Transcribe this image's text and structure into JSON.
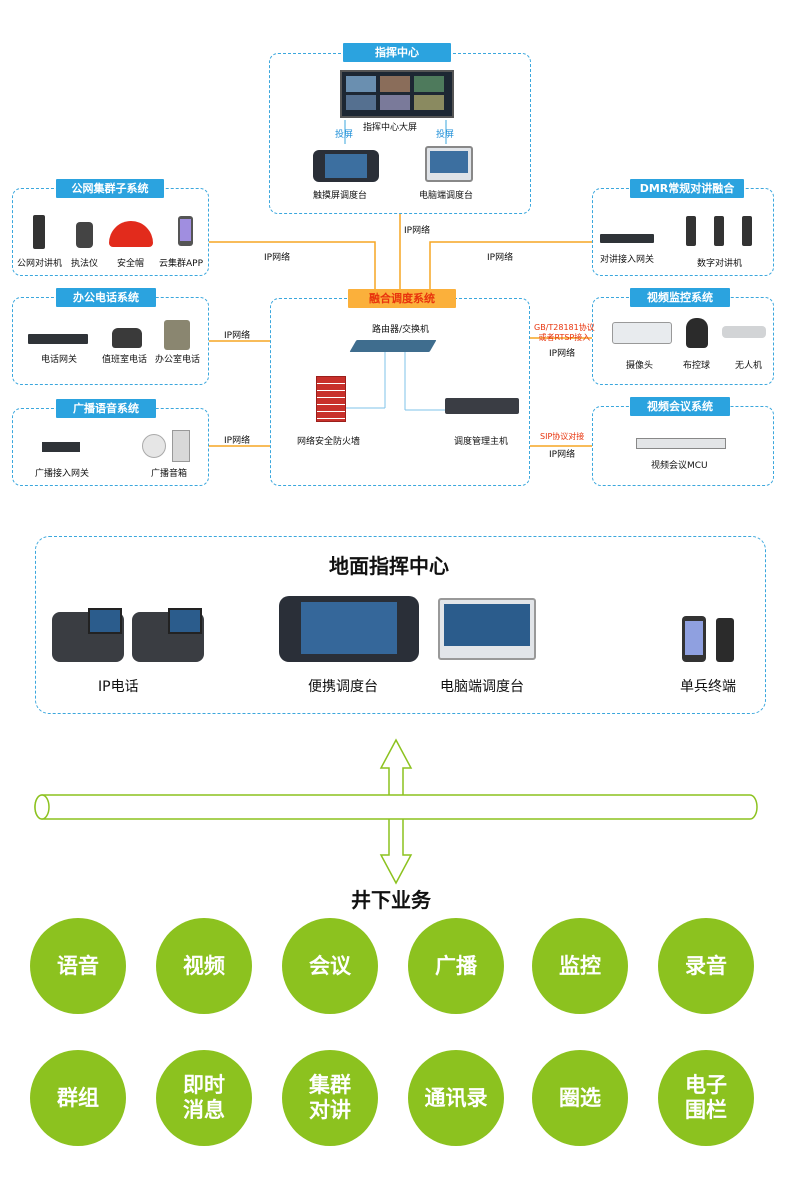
{
  "top": {
    "command_center": {
      "title": "指挥中心",
      "big_screen": "指挥中心大屏",
      "touch_console": "触摸屏调度台",
      "pc_console": "电脑端调度台",
      "cast_left": "投屏",
      "cast_right": "投屏",
      "ip_below": "IP网络"
    },
    "public_group": {
      "title": "公网集群子系统",
      "items": [
        "公网对讲机",
        "执法仪",
        "安全帽",
        "云集群APP"
      ],
      "ip": "IP网络"
    },
    "dmr": {
      "title": "DMR常规对讲融合",
      "items": [
        "对讲接入网关",
        "数字对讲机"
      ],
      "ip": "IP网络"
    },
    "office_phone": {
      "title": "办公电话系统",
      "items": [
        "电话网关",
        "值班室电话",
        "办公室电话"
      ],
      "ip": "IP网络"
    },
    "fusion": {
      "title": "融合调度系统",
      "router": "路由器/交换机",
      "firewall": "网络安全防火墙",
      "host": "调度管理主机"
    },
    "video_monitor": {
      "title": "视频监控系统",
      "items": [
        "摄像头",
        "布控球",
        "无人机"
      ],
      "protocol_line1": "GB/T28181协议",
      "protocol_line2": "或者RTSP接入",
      "ip": "IP网络"
    },
    "broadcast": {
      "title": "广播语音系统",
      "items": [
        "广播接入网关",
        "广播音箱"
      ],
      "ip": "IP网络"
    },
    "video_conf": {
      "title": "视频会议系统",
      "items": [
        "视频会议MCU"
      ],
      "protocol": "SIP协议对接",
      "ip": "IP网络"
    }
  },
  "ground": {
    "title": "地面指挥中心",
    "items": [
      "IP电话",
      "便携调度台",
      "电脑端调度台",
      "单兵终端"
    ]
  },
  "underground": {
    "title": "井下业务",
    "services": [
      "语音",
      "视频",
      "会议",
      "广播",
      "监控",
      "录音",
      "群组",
      "即时\n消息",
      "集群\n对讲",
      "通讯录",
      "圈选",
      "电子\n围栏"
    ]
  },
  "colors": {
    "accent_blue": "#2ba3df",
    "orange": "#fbb03b",
    "red_text": "#e8340d",
    "green": "#8cc21f",
    "line_orange": "#f5a623"
  }
}
